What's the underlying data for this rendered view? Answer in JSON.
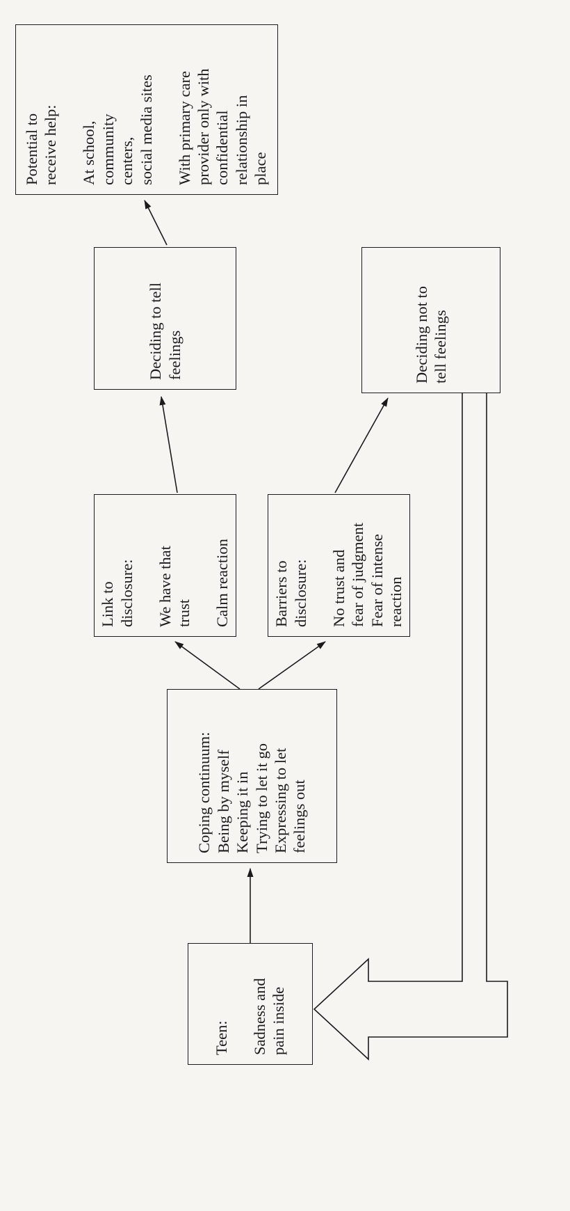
{
  "diagram": {
    "title": "Teen disclosure of feelings flowchart",
    "colors": {
      "background": "#f6f5f2",
      "line": "#1b1b1b",
      "box_border": "#1b1b1b"
    },
    "nodes": {
      "teen": {
        "text": "Teen:\n\nSadness and\npain inside"
      },
      "coping": {
        "text": "Coping continuum:\nBeing by myself\nKeeping it in\nTrying to let it go\nExpressing to let\nfeelings out"
      },
      "link": {
        "text": "Link to\ndisclosure:\n\nWe have that\ntrust\n\nCalm reaction"
      },
      "barriers": {
        "text": "Barriers to\ndisclosure:\n\nNo trust and\nfear of judgment\nFear of intense\nreaction"
      },
      "deciding_tell": {
        "text": "Deciding to tell\nfeelings"
      },
      "deciding_not": {
        "text": "Deciding not to\ntell feelings"
      },
      "potential": {
        "text": "Potential to\nreceive help:\n\nAt school,\ncommunity\ncenters,\nsocial media sites\n\nWith primary care\nprovider only with\nconfidential\nrelationship in\nplace"
      }
    },
    "edges": [
      {
        "from": "teen",
        "to": "coping",
        "type": "arrow"
      },
      {
        "from": "coping",
        "to": "link",
        "type": "arrow"
      },
      {
        "from": "coping",
        "to": "barriers",
        "type": "arrow"
      },
      {
        "from": "link",
        "to": "deciding_tell",
        "type": "arrow"
      },
      {
        "from": "barriers",
        "to": "deciding_not",
        "type": "arrow"
      },
      {
        "from": "deciding_tell",
        "to": "potential",
        "type": "arrow"
      },
      {
        "from": "deciding_not",
        "to": "teen",
        "type": "block-arrow-feedback"
      }
    ]
  }
}
